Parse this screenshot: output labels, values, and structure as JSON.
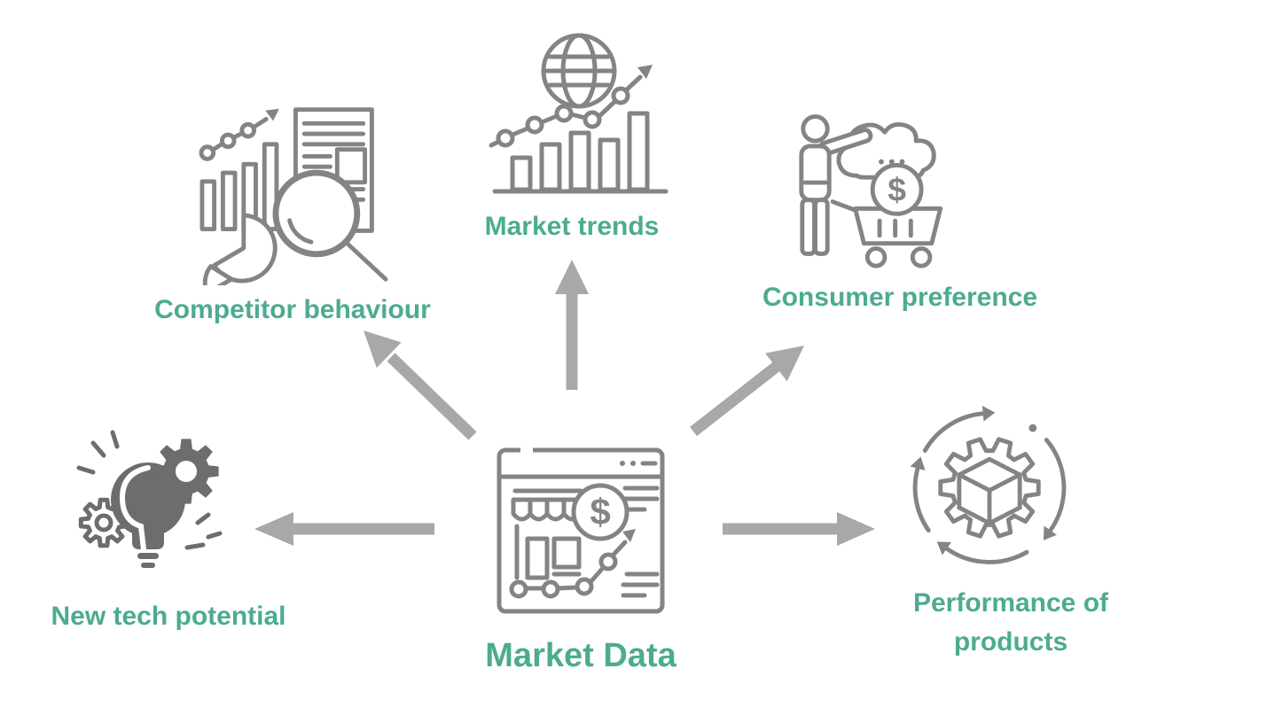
{
  "diagram": {
    "center_node": {
      "label": "Market Data"
    },
    "nodes": [
      {
        "id": "competitor-behaviour",
        "label": "Competitor behaviour",
        "icon": "bar-chart-magnifier-document-pie-icon",
        "position": "top-left"
      },
      {
        "id": "market-trends",
        "label": "Market trends",
        "icon": "globe-bar-chart-trend-icon",
        "position": "top"
      },
      {
        "id": "consumer-preference",
        "label": "Consumer preference",
        "icon": "person-cloud-dollar-cart-icon",
        "position": "top-right"
      },
      {
        "id": "new-tech-potential",
        "label": "New tech potential",
        "icon": "lightbulb-gears-icon",
        "position": "left"
      },
      {
        "id": "performance-of-products",
        "label": "Performance of products",
        "icon": "gear-cube-cycle-icon",
        "position": "right"
      }
    ]
  },
  "icons": {
    "dollar_sign": "$"
  },
  "colors": {
    "label_green": "#4cab90",
    "icon_gray": "#848484",
    "arrow_gray": "#a8a8a8",
    "bulb_gray": "#6d6d6d",
    "background": "#ffffff"
  }
}
